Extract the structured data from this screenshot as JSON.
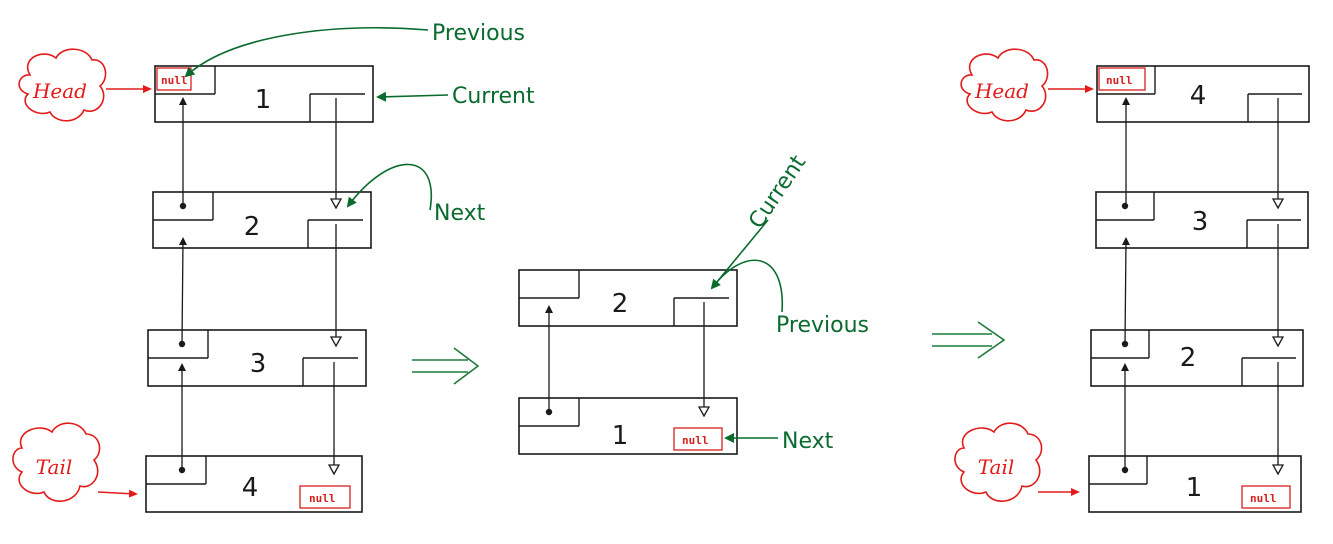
{
  "colors": {
    "ink": "#1a1a1a",
    "pointer_label": "#e21b1b",
    "annotation": "#0a6b2f"
  },
  "stages": [
    {
      "stage": "original-list",
      "head_label": "Head",
      "tail_label": "Tail",
      "nodes": [
        {
          "value": "1",
          "prev": "null",
          "next": ""
        },
        {
          "value": "2",
          "prev": "",
          "next": ""
        },
        {
          "value": "3",
          "prev": "",
          "next": ""
        },
        {
          "value": "4",
          "prev": "",
          "next": "null"
        }
      ],
      "annotations": [
        "Previous",
        "Current",
        "Next"
      ]
    },
    {
      "stage": "swap-step",
      "nodes": [
        {
          "value": "2",
          "prev": "",
          "next": ""
        },
        {
          "value": "1",
          "prev": "",
          "next": "null"
        }
      ],
      "annotations": [
        "Current",
        "Previous",
        "Next"
      ]
    },
    {
      "stage": "reversed-list",
      "head_label": "Head",
      "tail_label": "Tail",
      "nodes": [
        {
          "value": "4",
          "prev": "null",
          "next": ""
        },
        {
          "value": "3",
          "prev": "",
          "next": ""
        },
        {
          "value": "2",
          "prev": "",
          "next": ""
        },
        {
          "value": "1",
          "prev": "",
          "next": "null"
        }
      ]
    }
  ],
  "transition_symbol": "⇒"
}
